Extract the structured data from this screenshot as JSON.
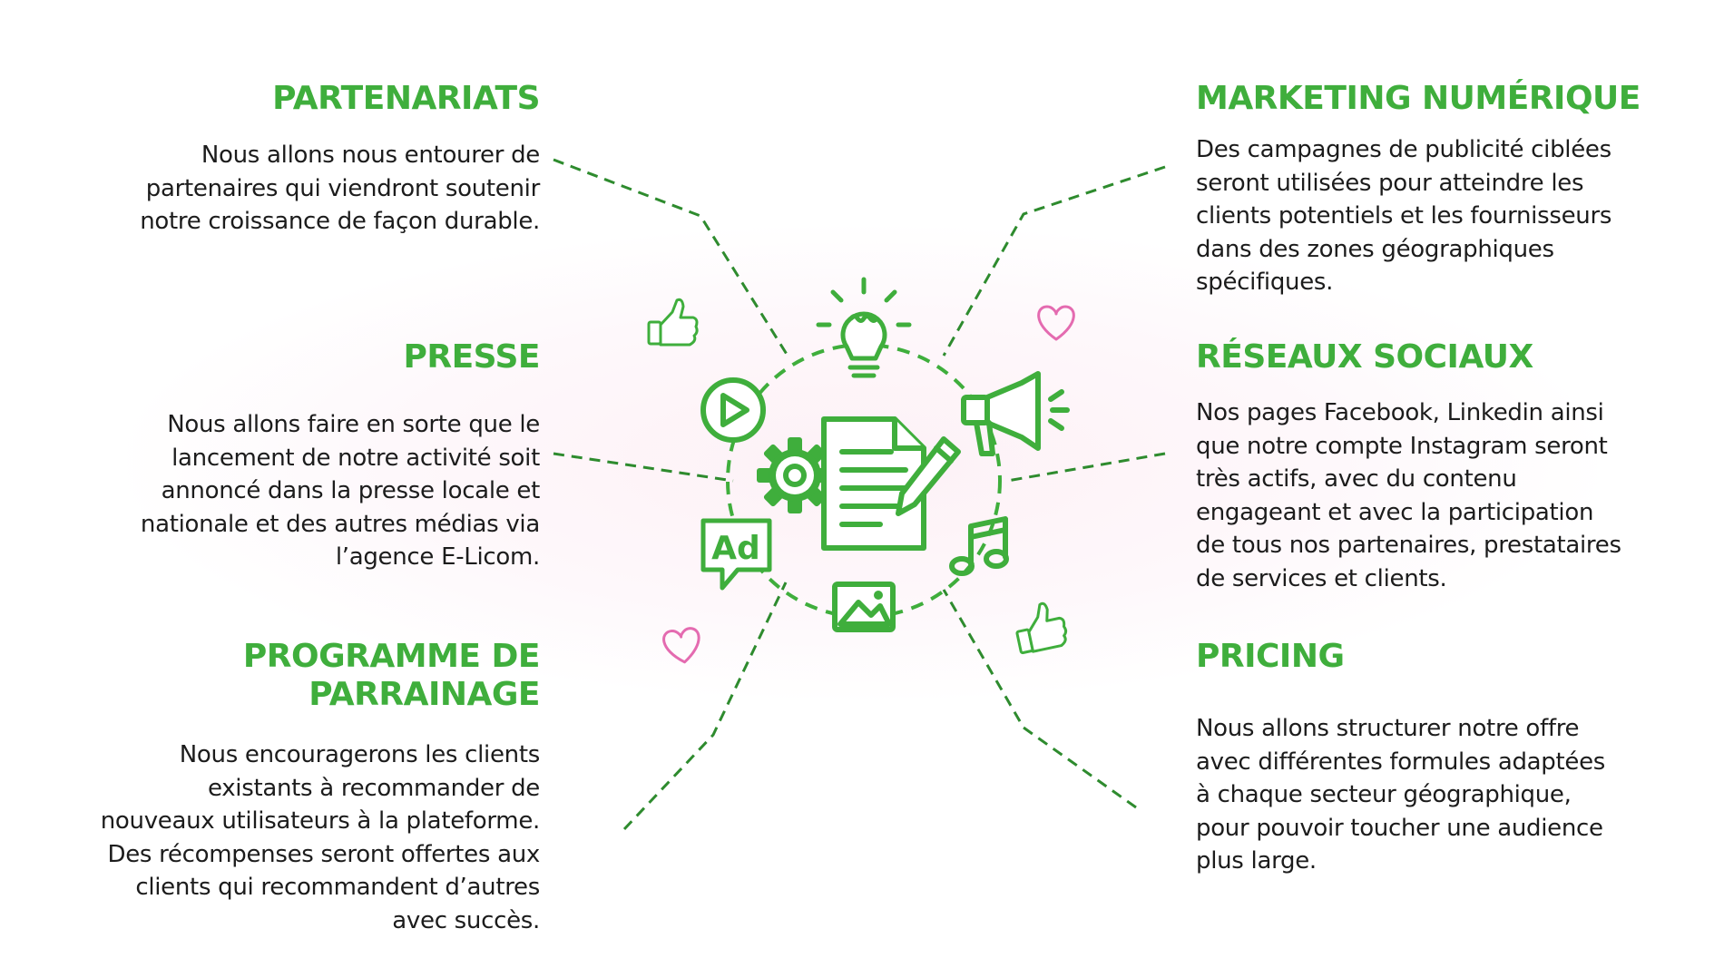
{
  "colors": {
    "accent": "#3fae3c",
    "line": "#2e8b2e",
    "heart": "#e46bb0",
    "text": "#1c1c1c"
  },
  "sections": {
    "partenariats": {
      "title": "PARTENARIATS",
      "lines": [
        "Nous allons nous entourer de",
        "partenaires qui viendront soutenir",
        "notre croissance de façon durable."
      ]
    },
    "presse": {
      "title": "PRESSE",
      "lines": [
        "Nous allons faire en sorte que le",
        "lancement de notre activité soit",
        "annoncé dans la presse locale et",
        "nationale et des autres médias via",
        "l’agence E-Licom."
      ]
    },
    "parrainage": {
      "title": "PROGRAMME DE PARRAINAGE",
      "lines": [
        "Nous encouragerons les clients",
        "existants à recommander de",
        "nouveaux utilisateurs à la plateforme.",
        "Des récompenses seront offertes aux",
        "clients qui recommandent d’autres",
        "avec succès."
      ]
    },
    "marketing": {
      "title": "MARKETING NUMÉRIQUE",
      "lines": [
        "Des campagnes de publicité ciblées",
        "seront utilisées pour atteindre les",
        "clients potentiels et les fournisseurs",
        "dans des zones géographiques",
        "spécifiques."
      ]
    },
    "reseaux": {
      "title": "RÉSEAUX SOCIAUX",
      "lines": [
        "Nos pages Facebook, Linkedin ainsi",
        "que notre compte Instagram seront",
        "très actifs, avec du contenu",
        "engageant et avec la participation",
        "de tous nos partenaires, prestataires",
        "de services et clients."
      ]
    },
    "pricing": {
      "title": "PRICING",
      "lines": [
        "Nous allons structurer notre offre",
        "avec différentes formules adaptées",
        "à chaque secteur géographique,",
        "pour pouvoir toucher une audience",
        "plus large."
      ]
    }
  },
  "icons": {
    "center": "document-pencil-icon",
    "top": "lightbulb-icon",
    "left_upper": "play-icon",
    "left_middle": "gear-icon",
    "left_lower": "ad-bubble-icon",
    "bottom": "image-icon",
    "right_upper": "megaphone-icon",
    "right_lower": "music-note-icon",
    "decor": [
      "thumbs-up-icon",
      "heart-icon"
    ]
  },
  "ad_text": "Ad"
}
